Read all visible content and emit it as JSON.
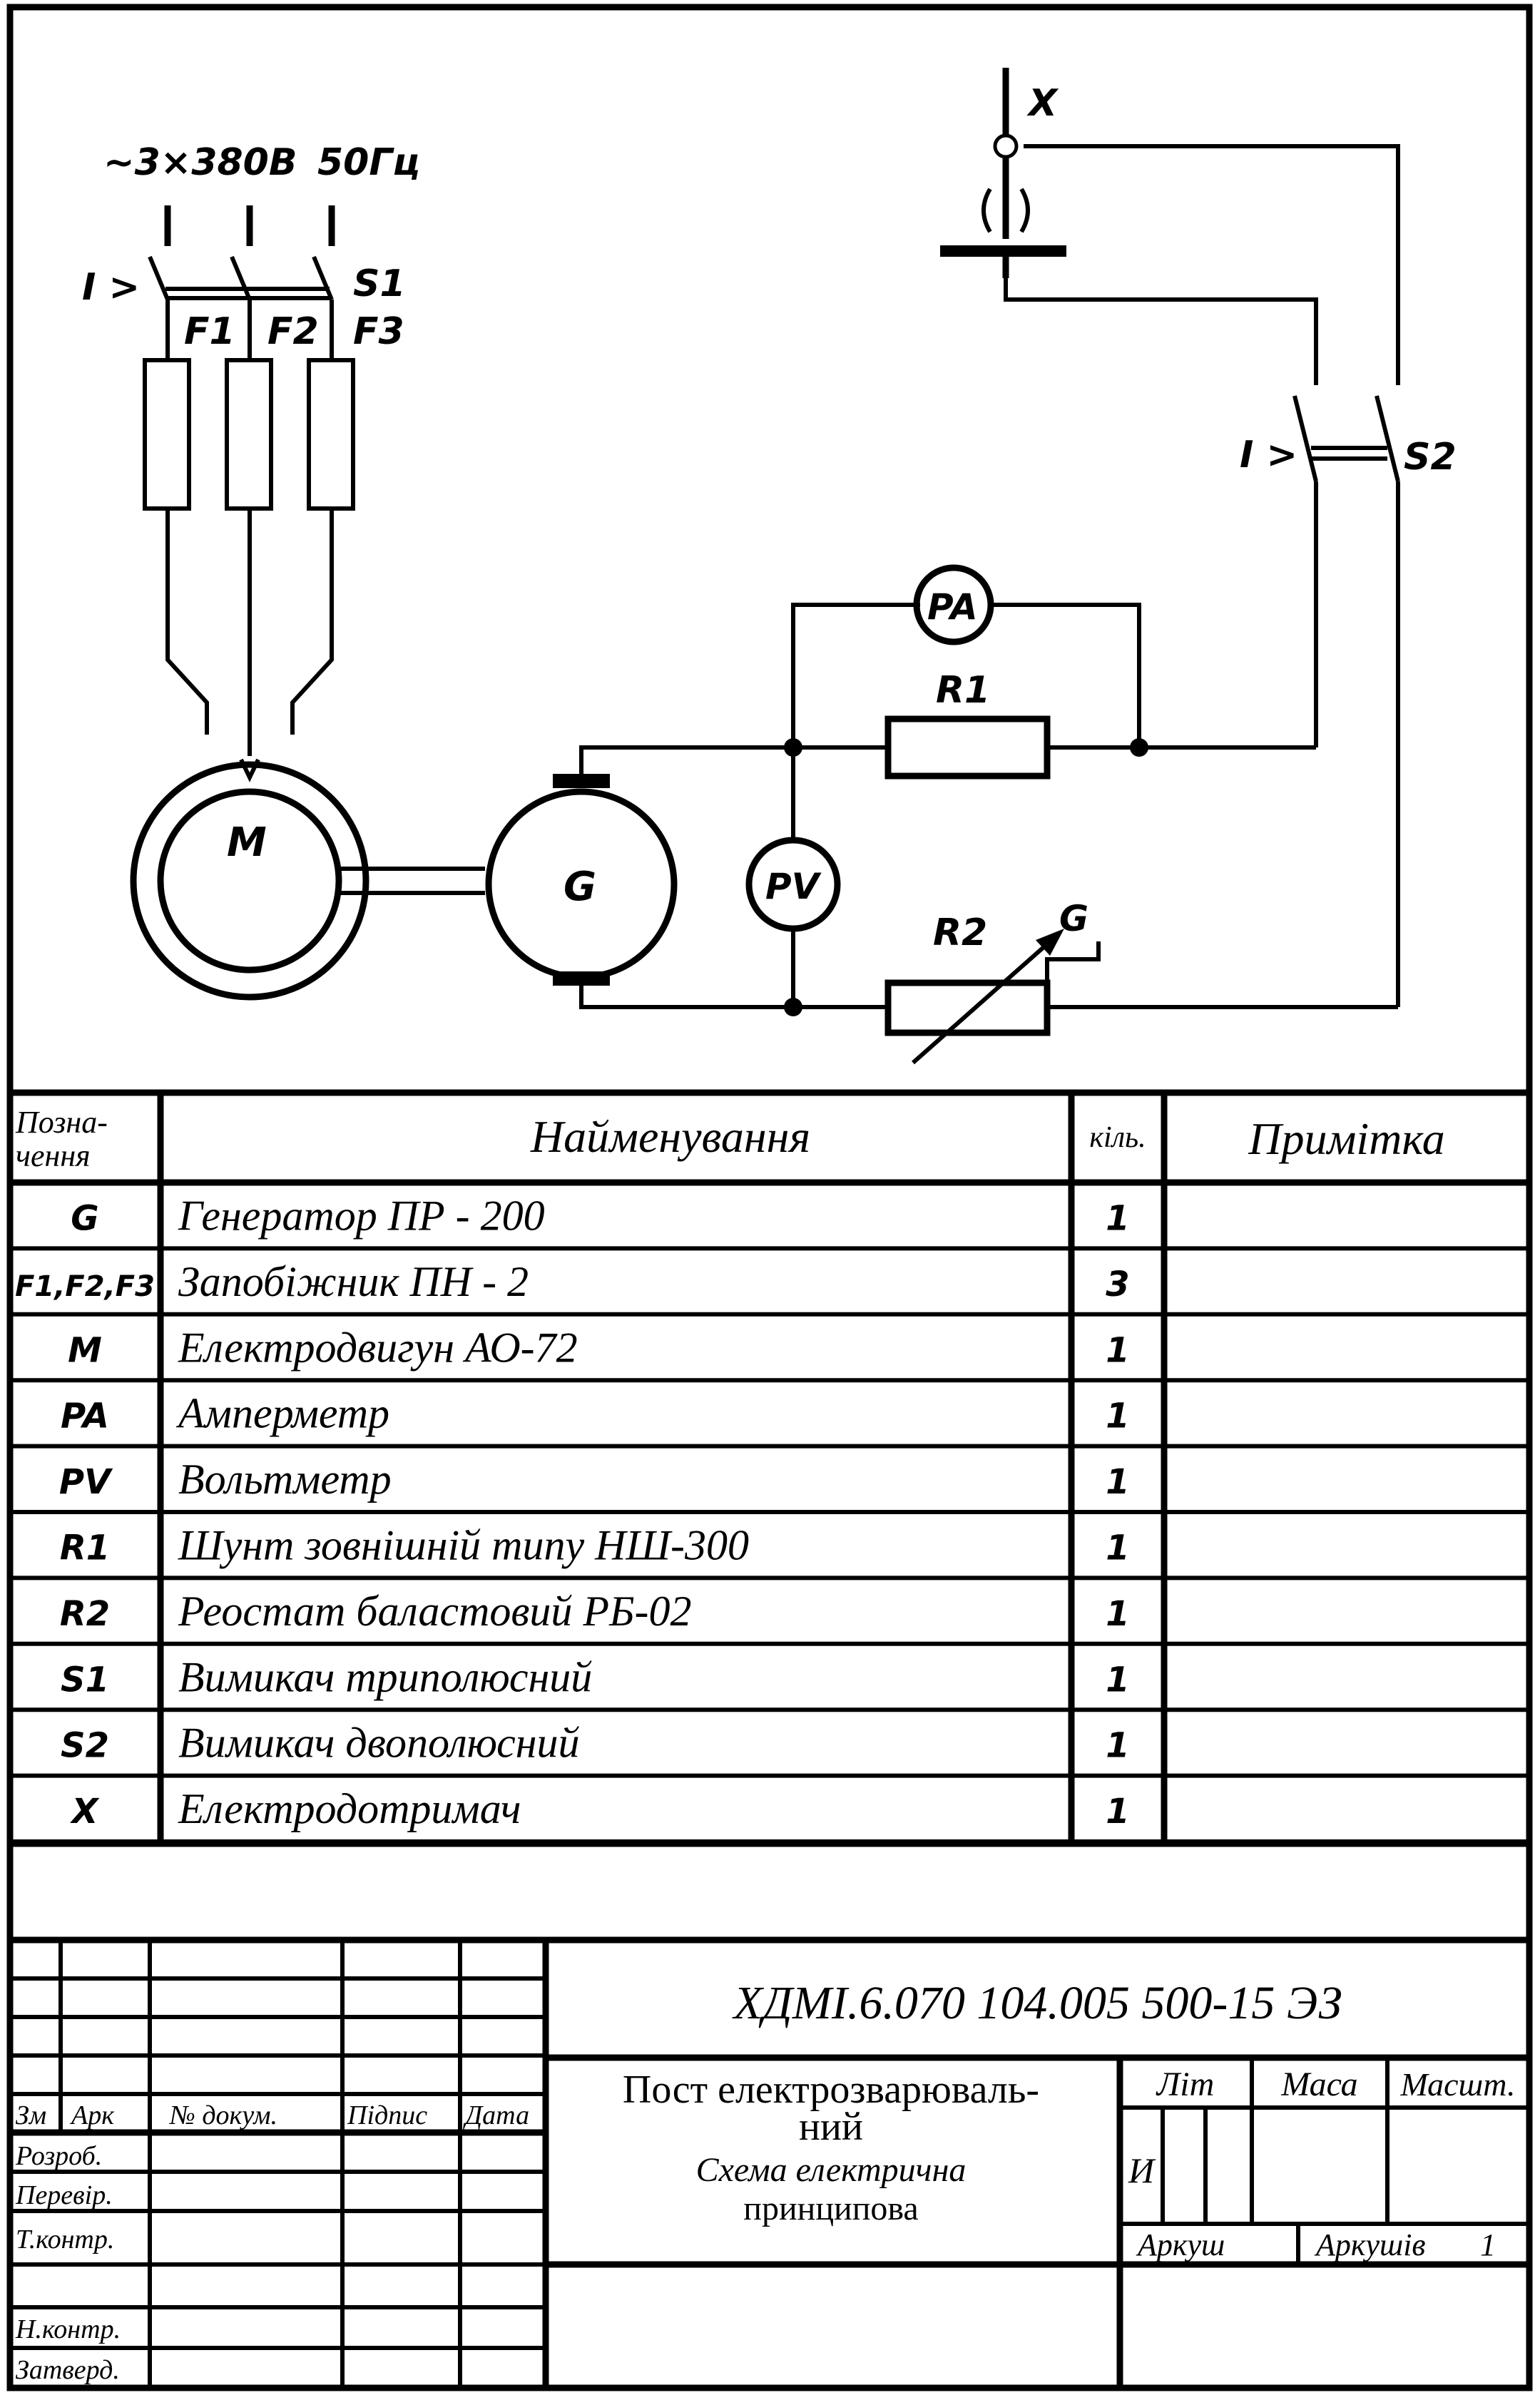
{
  "diagram": {
    "supply_label": "~3×380В",
    "frequency_label": "50Гц",
    "breaker1_symbol": "I >",
    "breaker1_name": "S1",
    "fuse_labels": [
      "F1",
      "F2",
      "F3"
    ],
    "motor_label": "M",
    "generator_label": "G",
    "ammeter_label": "PA",
    "voltmeter_label": "PV",
    "shunt_label": "R1",
    "rheostat_label": "R2",
    "rheostat_adjust_label": "G",
    "breaker2_symbol": "I >",
    "breaker2_name": "S2",
    "holder_label": "X"
  },
  "parts_list": {
    "headers": {
      "designation": "Позна-\nчення",
      "name": "Найменування",
      "qty": "кіль.",
      "note": "Примітка"
    },
    "rows": [
      {
        "designation": "G",
        "name": "Генератор ПР - 200",
        "qty": "1",
        "note": ""
      },
      {
        "designation": "F1,F2,F3",
        "name": "Запобіжник ПН - 2",
        "qty": "3",
        "note": ""
      },
      {
        "designation": "M",
        "name": "Електродвигун АО-72",
        "qty": "1",
        "note": ""
      },
      {
        "designation": "PA",
        "name": "Амперметр",
        "qty": "1",
        "note": ""
      },
      {
        "designation": "PV",
        "name": "Вольтметр",
        "qty": "1",
        "note": ""
      },
      {
        "designation": "R1",
        "name": "Шунт зовнішній типу НШ-300",
        "qty": "1",
        "note": ""
      },
      {
        "designation": "R2",
        "name": "Реостат баластовий  РБ-02",
        "qty": "1",
        "note": ""
      },
      {
        "designation": "S1",
        "name": "Вимикач триполюсний",
        "qty": "1",
        "note": ""
      },
      {
        "designation": "S2",
        "name": "Вимикач двополюсний",
        "qty": "1",
        "note": ""
      },
      {
        "designation": "X",
        "name": "Електродотримач",
        "qty": "1",
        "note": ""
      }
    ]
  },
  "title_block": {
    "doc_number": "ХДМІ.6.070 104.005 500-15 ЭЗ",
    "title_line1": "Пост електрозварюваль-",
    "title_line2": "ний",
    "title_line3": "Схема електрична",
    "title_line4": "принципова",
    "col_change": "Зм",
    "col_sheet": "Арк",
    "col_doc": "№ докум.",
    "col_sign": "Підпис",
    "col_date": "Дата",
    "roles": [
      "Розроб.",
      "Перевір.",
      "Т.контр.",
      "",
      "Н.контр.",
      "Затверд."
    ],
    "lit_label": "Літ",
    "mass_label": "Маса",
    "scale_label": "Масшт.",
    "lit_value": "И",
    "sheet_label": "Аркуш",
    "sheets_label": "Аркушів",
    "sheets_value": "1"
  }
}
